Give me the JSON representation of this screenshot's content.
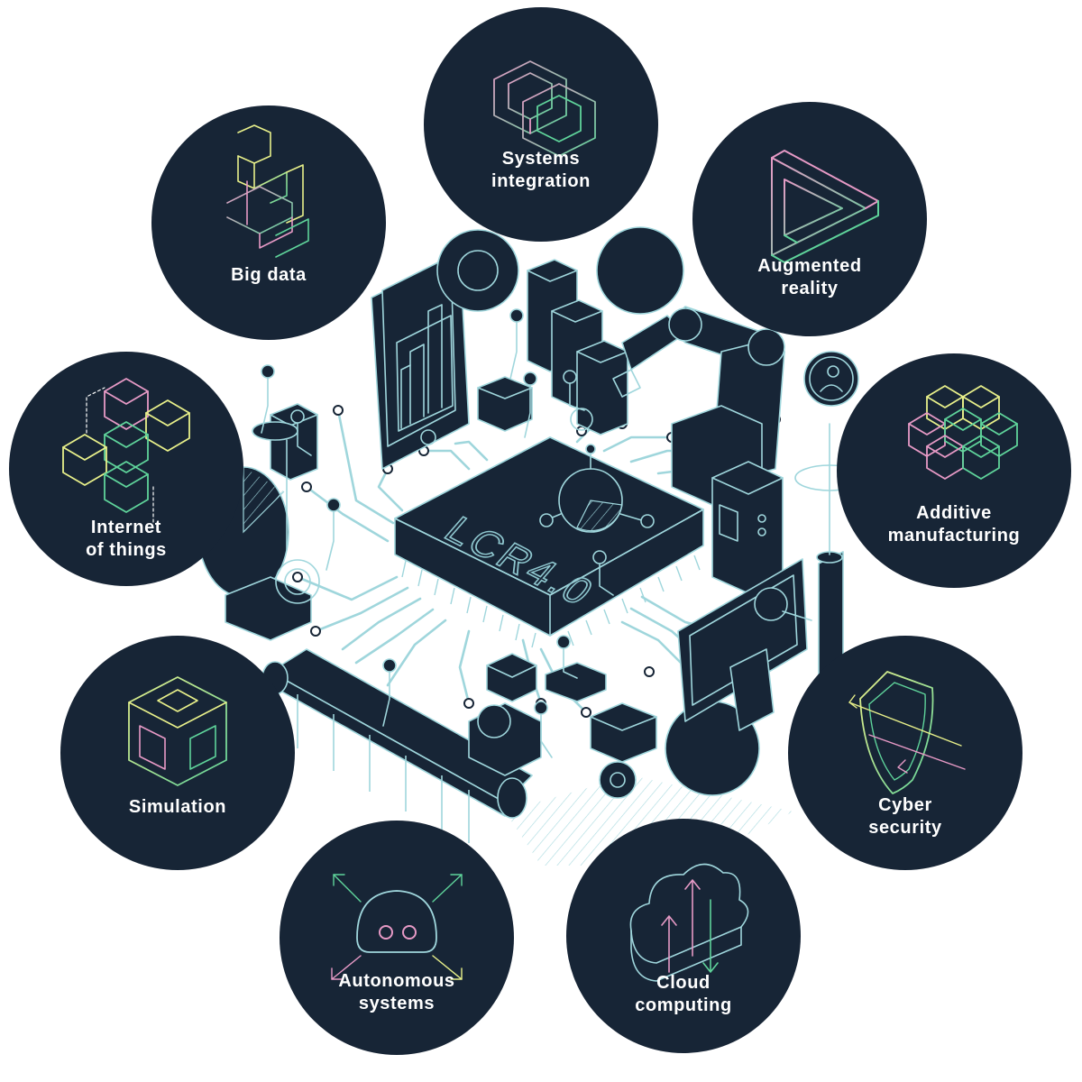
{
  "center": {
    "chip_label": "LCR4.0"
  },
  "nodes": [
    {
      "id": "systems-integration",
      "lines": [
        "Systems",
        "integration"
      ],
      "icon": "interlocking-squares-icon"
    },
    {
      "id": "augmented-reality",
      "lines": [
        "Augmented",
        "reality"
      ],
      "icon": "impossible-triangle-icon"
    },
    {
      "id": "additive-manufacturing",
      "lines": [
        "Additive",
        "manufacturing"
      ],
      "icon": "isometric-cross-icon"
    },
    {
      "id": "cyber-security",
      "lines": [
        "Cyber",
        "security"
      ],
      "icon": "shield-icon"
    },
    {
      "id": "cloud-computing",
      "lines": [
        "Cloud",
        "computing"
      ],
      "icon": "cloud-upload-icon"
    },
    {
      "id": "autonomous-systems",
      "lines": [
        "Autonomous",
        "systems"
      ],
      "icon": "robot-head-icon"
    },
    {
      "id": "simulation",
      "lines": [
        "Simulation"
      ],
      "icon": "isometric-cube-icon"
    },
    {
      "id": "internet-of-things",
      "lines": [
        "Internet",
        "of things"
      ],
      "icon": "connected-cubes-icon"
    },
    {
      "id": "big-data",
      "lines": [
        "Big data"
      ],
      "icon": "stacked-blocks-icon"
    }
  ],
  "colors": {
    "navy": "#172536",
    "cyan": "#9fd6dc",
    "pink": "#e79ac6",
    "green": "#5fd49b",
    "yellow": "#e8f08a",
    "white": "#ffffff"
  }
}
